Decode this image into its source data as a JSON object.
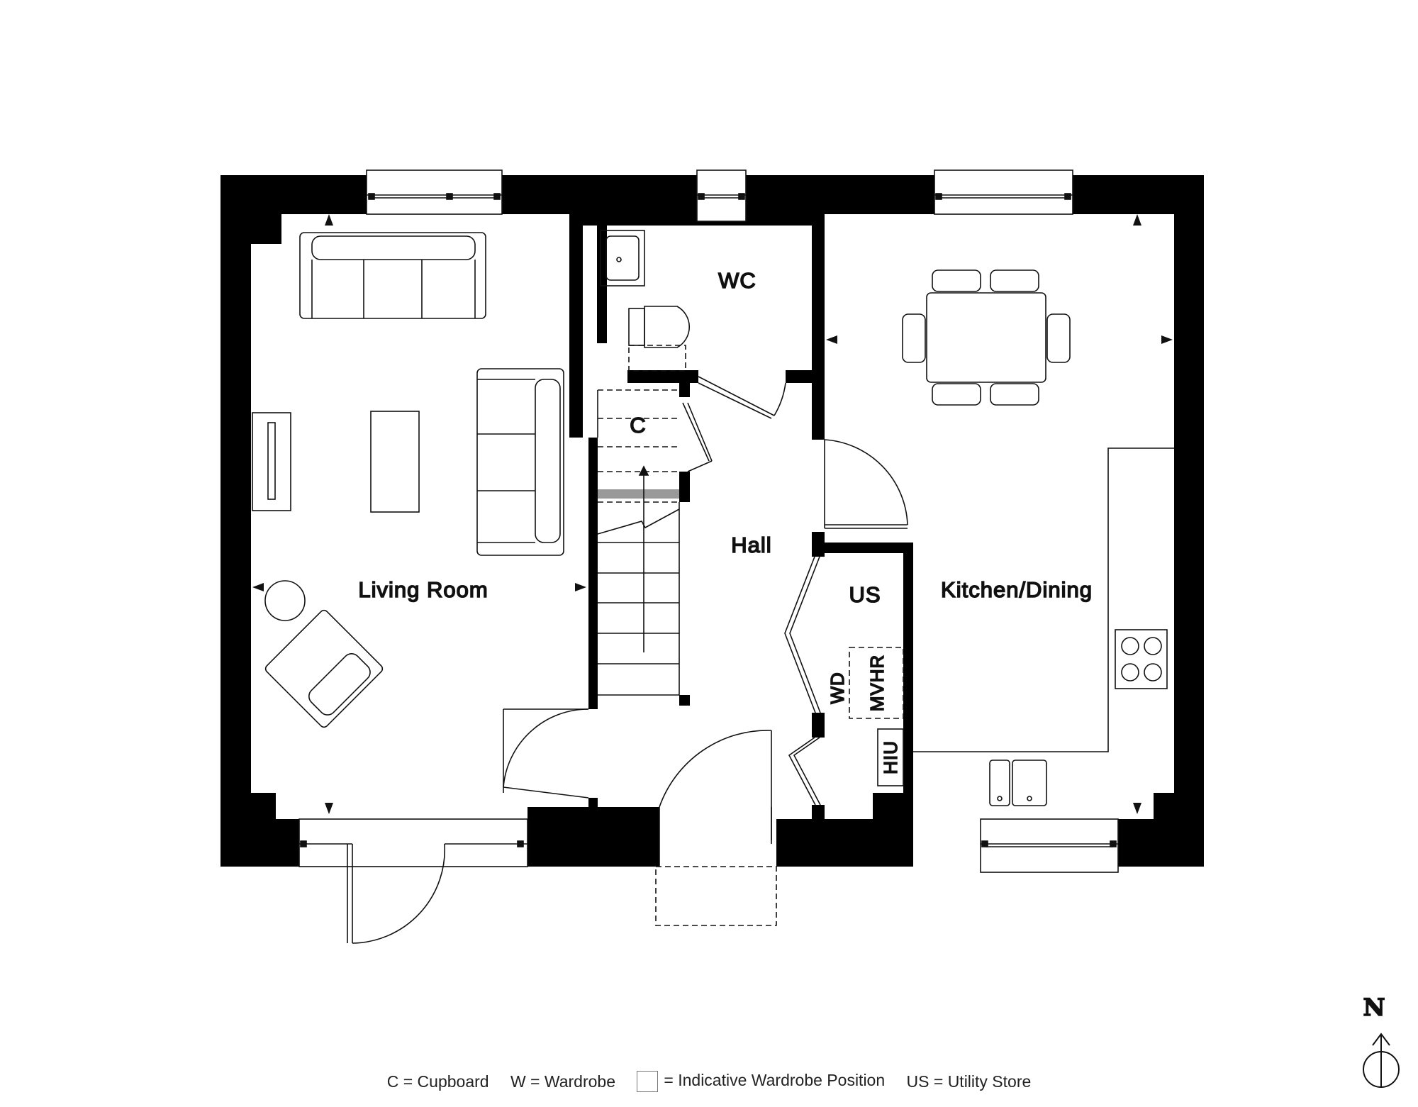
{
  "rooms": {
    "living": "Living Room",
    "wc": "WC",
    "cupboard": "C",
    "hall": "Hall",
    "utility": "US",
    "kitchen": "Kitchen/Dining",
    "wd": "WD",
    "mvhr": "MVHR",
    "hiu": "HIU"
  },
  "compass": {
    "label": "N"
  },
  "legend": {
    "cupboard": "C  = Cupboard",
    "wardrobe": "W  = Wardrobe",
    "indicative": "= Indicative Wardrobe Position",
    "utility": "US  = Utility Store"
  },
  "colors": {
    "wall": "#000000",
    "line": "#111111",
    "stair_landing": "#999999"
  }
}
